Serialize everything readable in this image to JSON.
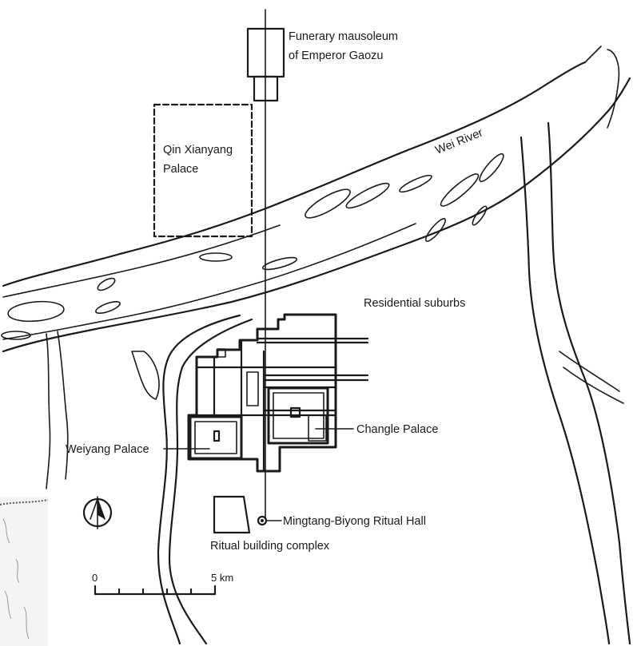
{
  "labels": {
    "mausoleum_line1": "Funerary mausoleum",
    "mausoleum_line2": "of Emperor Gaozu",
    "qin_line1": "Qin Xianyang",
    "qin_line2": "Palace",
    "wei_river": "Wei River",
    "residential": "Residential suburbs",
    "changle": "Changle Palace",
    "weiyang": "Weiyang Palace",
    "mingtang": "Mingtang-Biyong Ritual Hall",
    "ritual_complex": "Ritual building complex"
  },
  "scale_bar": {
    "start_label": "0",
    "end_label": "5 km"
  },
  "icons": {
    "north_arrow": "compass-north-arrow-icon"
  },
  "colors": {
    "ink": "#1a1a1a",
    "background": "#ffffff"
  }
}
